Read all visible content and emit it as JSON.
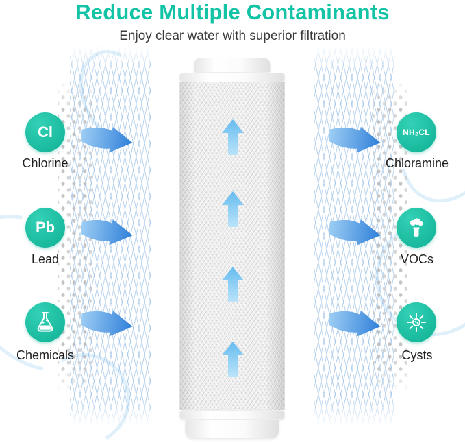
{
  "header": {
    "title": "Reduce Multiple Contaminants",
    "subtitle": "Enjoy clear water with superior filtration"
  },
  "left_items": [
    {
      "symbol": "Cl",
      "label": "Chlorine",
      "icon": "cl-symbol-badge"
    },
    {
      "symbol": "Pb",
      "label": "Lead",
      "icon": "pb-symbol-badge"
    },
    {
      "symbol": "",
      "label": "Chemicals",
      "icon": "flask-icon"
    }
  ],
  "right_items": [
    {
      "symbol": "NH₂CL",
      "label": "Chloramine",
      "icon": "nh2cl-symbol-badge"
    },
    {
      "symbol": "",
      "label": "VOCs",
      "icon": "voc-vapor-icon"
    },
    {
      "symbol": "",
      "label": "Cysts",
      "icon": "cyst-microbe-icon"
    }
  ],
  "filter": {
    "description": "white carbon block filter cartridge with upward water flow arrows",
    "up_arrow_count": 4,
    "side_arrows_per_side": 3
  },
  "colors": {
    "title_teal": "#12c3a6",
    "badge_teal": "#14b89d",
    "arrow_blue": "#3c86dd",
    "arrow_light_blue": "#6fc0f3",
    "mesh_blue": "#a9cdea",
    "dot_gray": "#c6c6c6",
    "subtitle_gray": "#3a3a3a"
  }
}
